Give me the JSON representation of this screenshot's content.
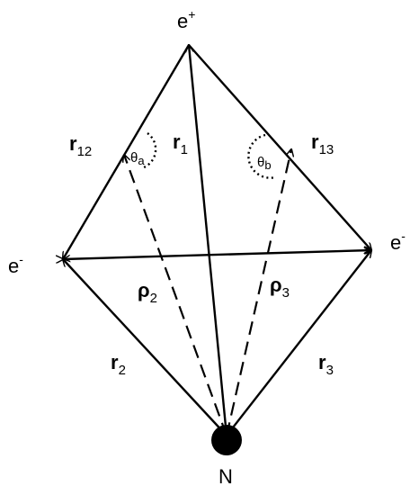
{
  "particles": {
    "positron": {
      "base": "e",
      "charge": "+"
    },
    "electron_left": {
      "base": "e",
      "charge": "-"
    },
    "electron_right": {
      "base": "e",
      "charge": "-"
    },
    "nucleus": {
      "label": "N"
    }
  },
  "vectors": {
    "r1": {
      "symbol": "r",
      "index": "1"
    },
    "r12": {
      "symbol": "r",
      "index": "12"
    },
    "r13": {
      "symbol": "r",
      "index": "13"
    },
    "r2": {
      "symbol": "r",
      "index": "2"
    },
    "r3": {
      "symbol": "r",
      "index": "3"
    },
    "rho2": {
      "symbol": "ρ",
      "index": "2"
    },
    "rho3": {
      "symbol": "ρ",
      "index": "3"
    }
  },
  "angles": {
    "theta_a": {
      "symbol": "θ",
      "index": "a"
    },
    "theta_b": {
      "symbol": "θ",
      "index": "b"
    }
  }
}
